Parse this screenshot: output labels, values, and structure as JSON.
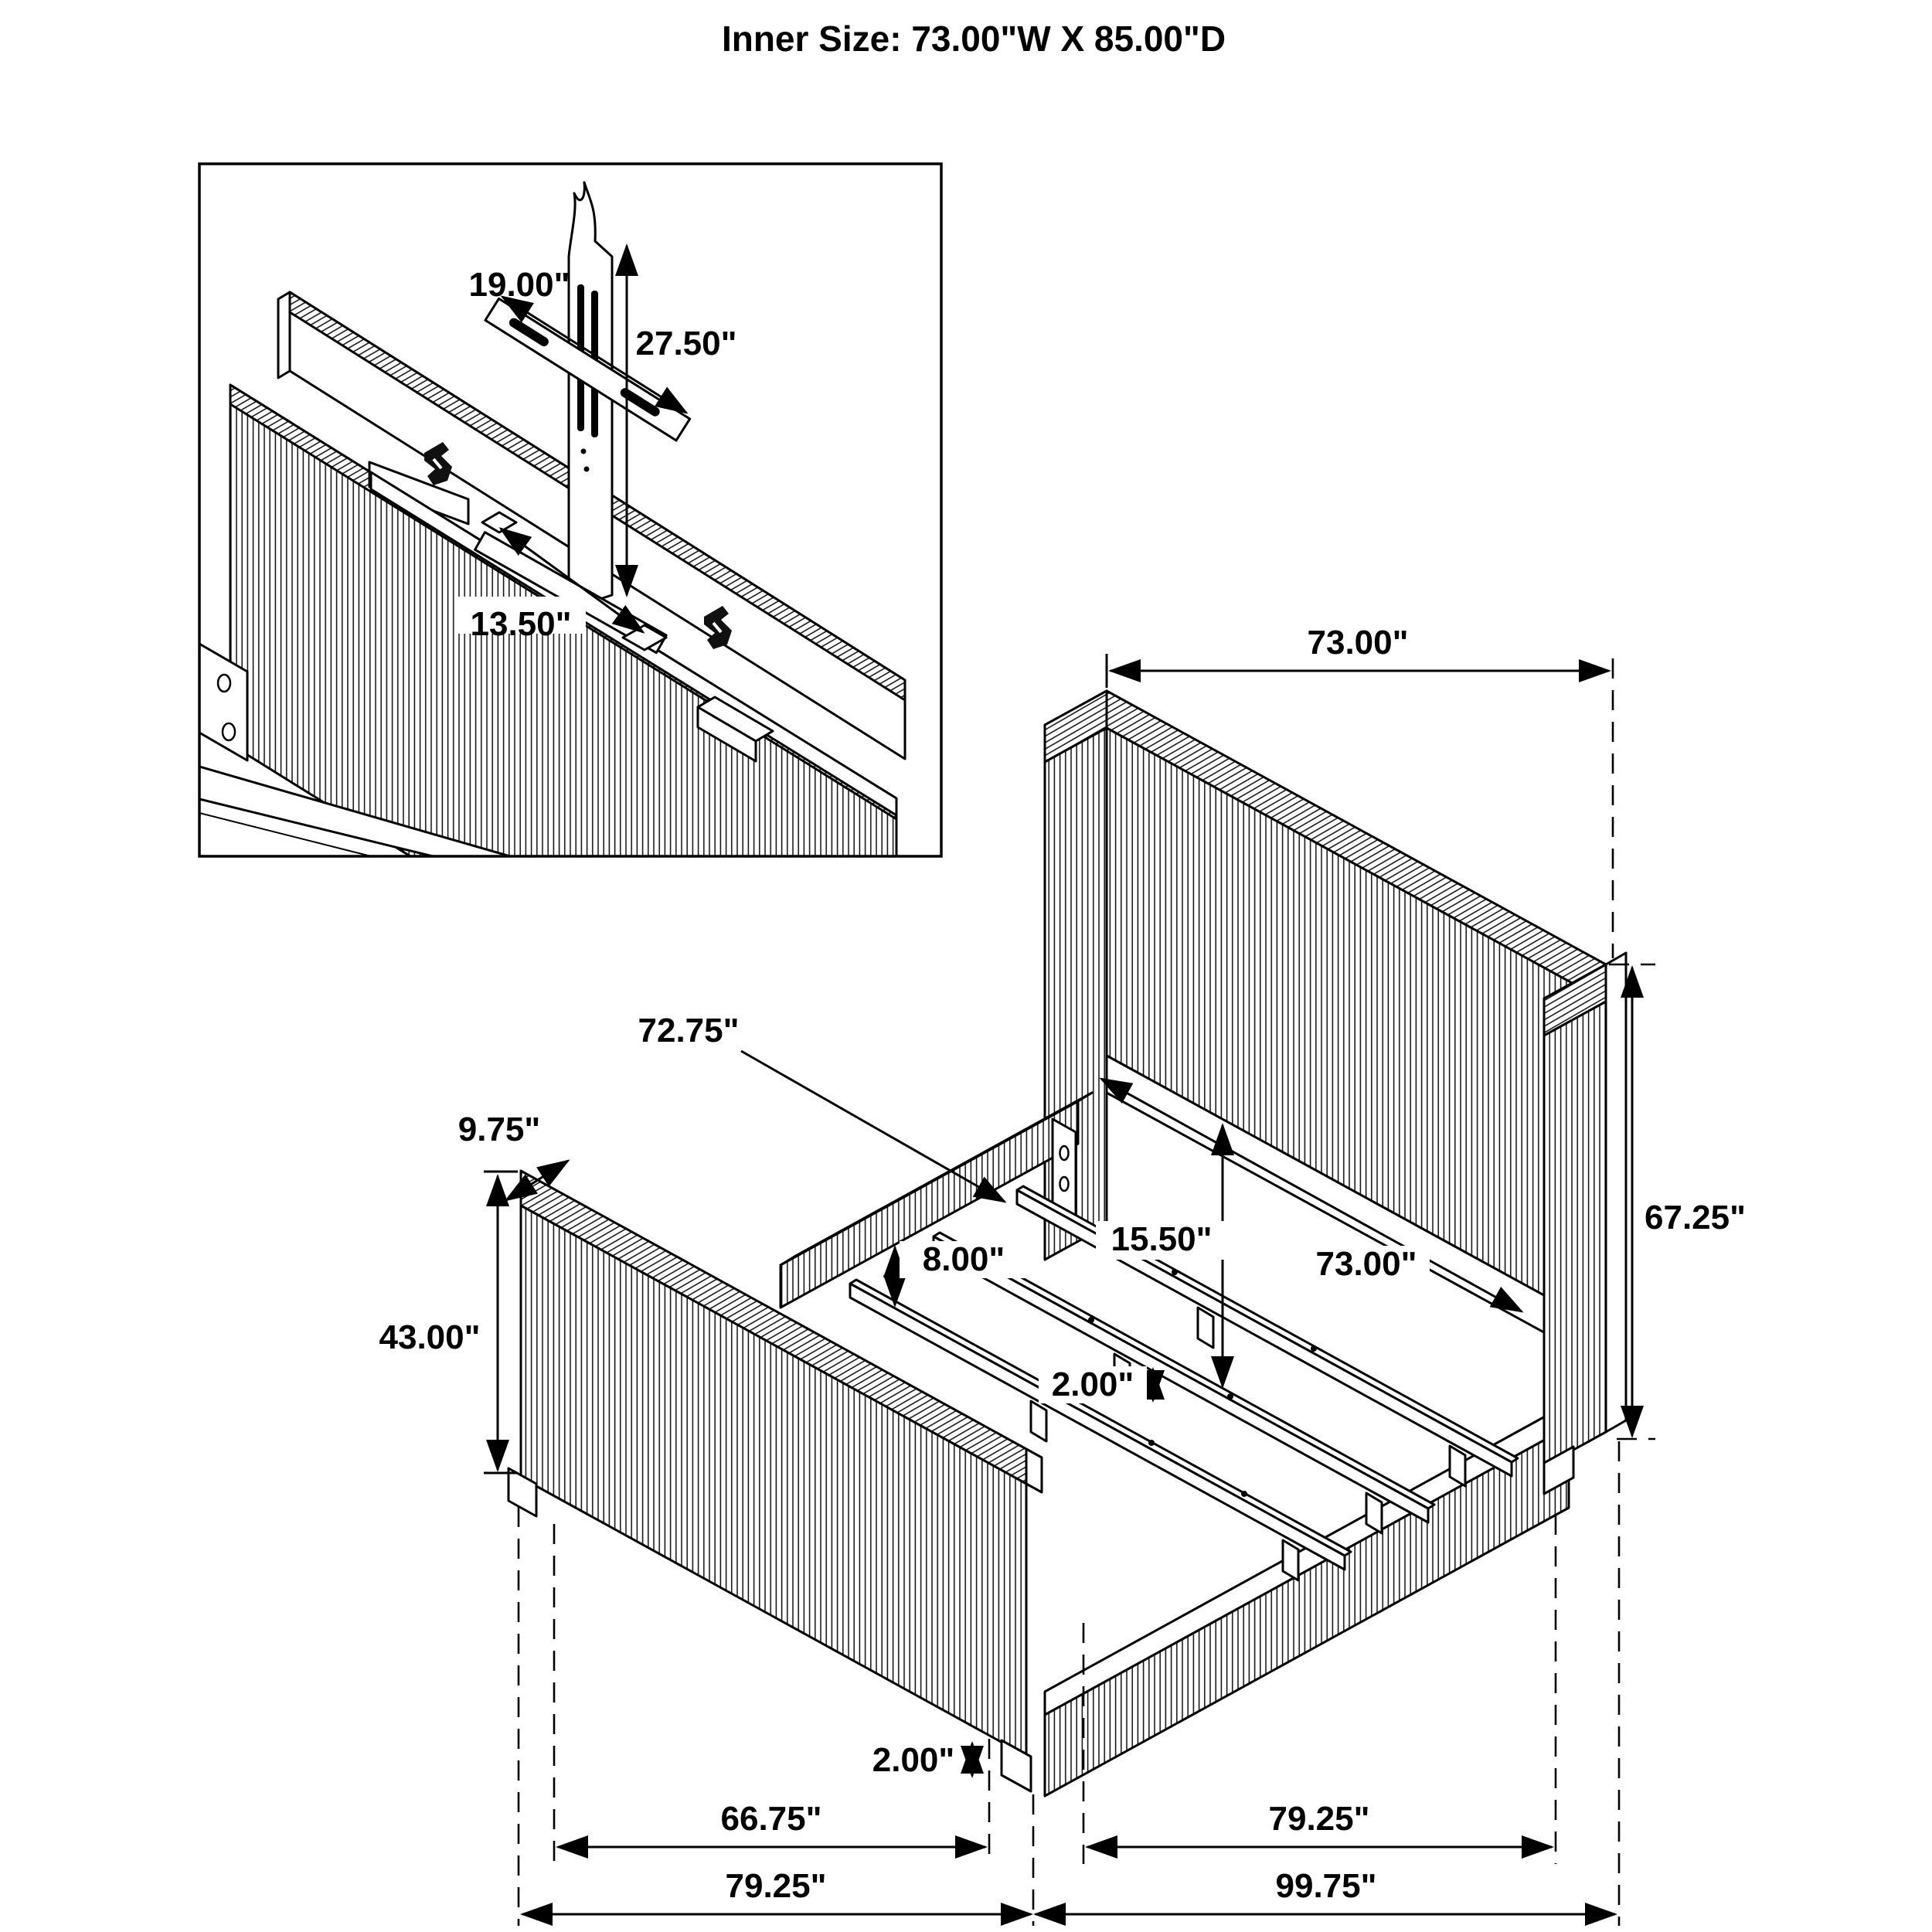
{
  "title": "Inner Size: 73.00\"W X 85.00\"D",
  "inset": {
    "bracket_width": "19.00\"",
    "mount_height": "27.50\"",
    "bracket_offset": "13.50\""
  },
  "dims": {
    "headboard_width": "73.00\"",
    "headboard_height": "67.25\"",
    "rail_length": "72.75\"",
    "footboard_depth": "9.75\"",
    "footboard_height": "43.00\"",
    "headboard_clearance": "15.50\"",
    "rail_to_slat": "8.00\"",
    "inner_width": "73.00\"",
    "slat_thickness": "2.00\"",
    "leg_height": "2.00\"",
    "footboard_inner_width": "66.75\"",
    "side_span": "79.25\"",
    "footboard_outer_width": "79.25\"",
    "overall_length": "99.75\""
  }
}
